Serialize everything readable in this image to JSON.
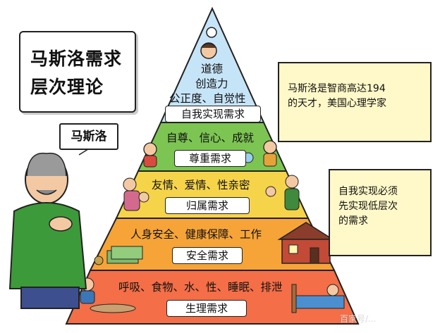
{
  "title": {
    "line1": "马斯洛需求",
    "line2": "层次理论"
  },
  "name_tag": "马斯洛",
  "notes": {
    "top_right": {
      "line1": "马斯洛是智商高达194",
      "line2": "的天才，美国心理学家"
    },
    "middle_right": {
      "line1": "自我实现必须",
      "line2": "先实现低层次",
      "line3": "的需求"
    }
  },
  "tiers": {
    "self_actualization": {
      "desc1": "道德",
      "desc2": "创造力",
      "desc3": "公正度、自觉性",
      "label": "自我实现需求",
      "color": "#c6e4f7"
    },
    "esteem": {
      "desc": "自尊、信心、成就",
      "label": "尊重需求",
      "color": "#7cc552"
    },
    "belonging": {
      "desc": "友情、爱情、性亲密",
      "label": "归属需求",
      "color": "#f6d44a"
    },
    "safety": {
      "desc": "人身安全、健康保障、工作",
      "label": "安全需求",
      "color": "#f6a438"
    },
    "physiological": {
      "desc": "呼吸、食物、水、性、睡眠、排泄",
      "label": "生理需求",
      "color": "#f46e47"
    }
  },
  "watermark": "百家号/..."
}
